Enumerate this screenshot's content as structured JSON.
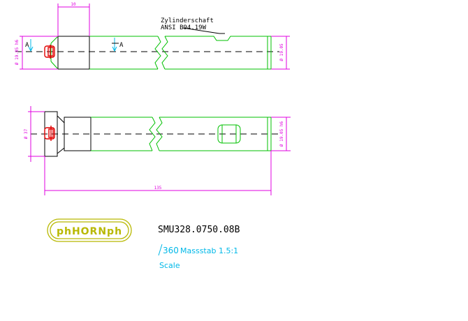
{
  "note_line1": "Zylinderschaft",
  "note_line2": "ANSI B94.19W",
  "section_mark": "A",
  "top_view": {
    "dim_head_width": "10",
    "dim_diameter_left": "Ø 19.05 h6",
    "dim_diameter_right": "Ø 19.05"
  },
  "side_view": {
    "dim_overall_diameter": "Ø 37",
    "dim_shank_diameter": "Ø 19.05 h6",
    "dim_length": "135"
  },
  "logo_text": "phHORNph",
  "part_number": "SMU328.0750.08B",
  "drawing_number": "360",
  "scale_label": "Massstab  1.5:1",
  "scale_label_en": "Scale",
  "colors": {
    "outline": "#00c000",
    "dimensions": "#e000e0",
    "insert": "#e00000",
    "section_marks": "#00b8e8",
    "logo": "#b8b800"
  }
}
